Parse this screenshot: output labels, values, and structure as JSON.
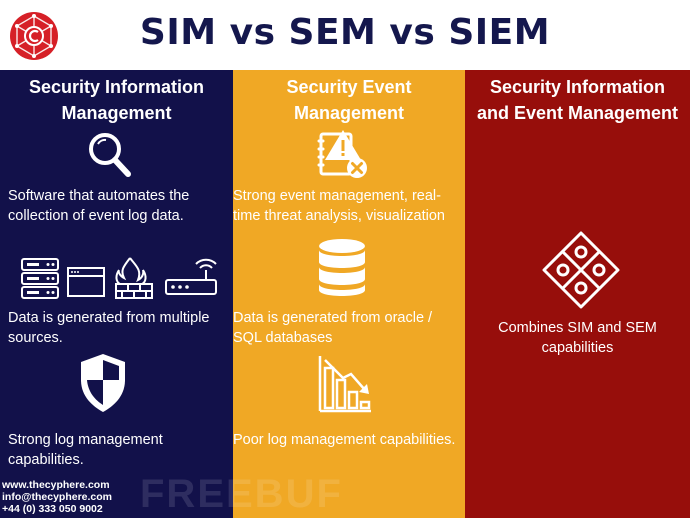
{
  "header": {
    "title": "SIM vs SEM vs SIEM",
    "logo_icon": "cyphere-logo-icon"
  },
  "columns": {
    "sim": {
      "title_line1": "Security Information",
      "title_line2": "Management",
      "item1": {
        "icon": "magnifier-icon",
        "line1": "Software that automates the",
        "line2": "collection of event log data."
      },
      "item2": {
        "icon": "network-devices-icon",
        "line1": "Data is generated from multiple",
        "line2": "sources."
      },
      "item3": {
        "icon": "shield-icon",
        "line1": "Strong log management",
        "line2": "capabilities."
      }
    },
    "sem": {
      "title_line1": "Security Event",
      "title_line2": "Management",
      "item1": {
        "icon": "alert-document-icon",
        "line1": "Strong event management, real-",
        "line2": "time threat analysis, visualization"
      },
      "item2": {
        "icon": "database-icon",
        "line1": "Data is generated from oracle /",
        "line2": "SQL databases"
      },
      "item3": {
        "icon": "declining-chart-icon",
        "line1": "Poor log management capabilities."
      }
    },
    "siem": {
      "title_line1": "Security Information",
      "title_line2": "and Event Management",
      "item1": {
        "icon": "puzzle-icon",
        "line1": "Combines SIM and SEM",
        "line2": "capabilities"
      }
    }
  },
  "contact": {
    "website": "www.thecyphere.com",
    "email": "info@thecyphere.com",
    "phone": "+44 (0) 333 050 9002"
  },
  "watermark": "FREEBUF",
  "colors": {
    "sim": "#12114a",
    "sem": "#f0a825",
    "siem": "#970e0b",
    "title": "#14174d",
    "logo": "#d62027"
  }
}
